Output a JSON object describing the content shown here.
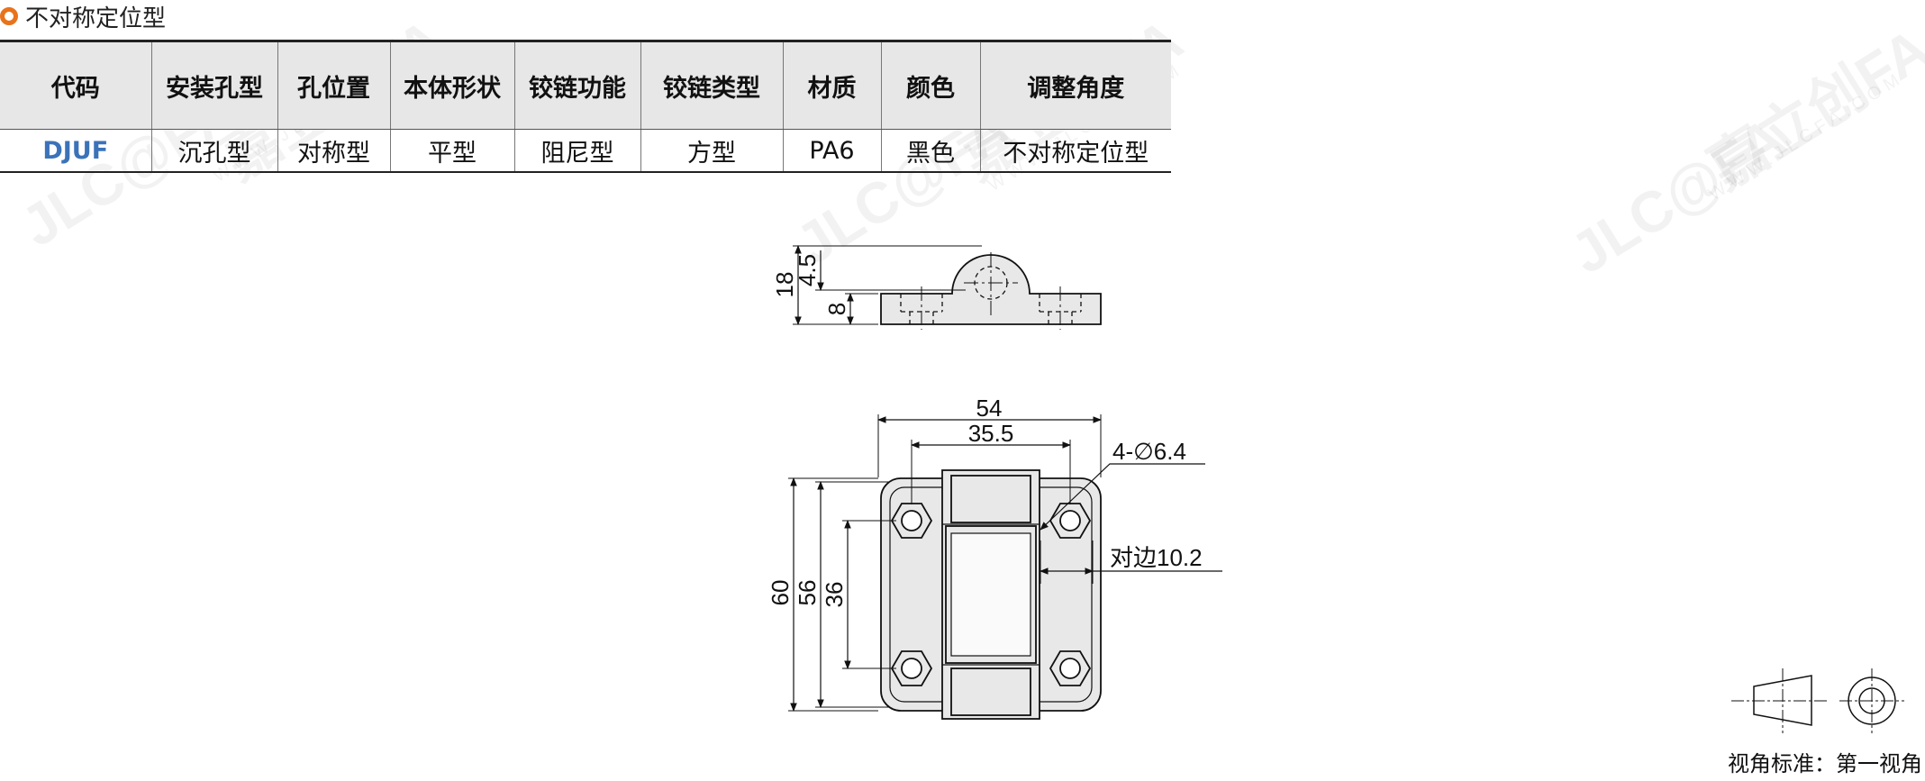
{
  "title": "不对称定位型",
  "table": {
    "headers": [
      "代码",
      "安装孔型",
      "孔位置",
      "本体形状",
      "铰链功能",
      "铰链类型",
      "材质",
      "颜色",
      "调整角度"
    ],
    "row": [
      "DJUF",
      "沉孔型",
      "对称型",
      "平型",
      "阻尼型",
      "方型",
      "PA6",
      "黑色",
      "不对称定位型"
    ]
  },
  "side_view": {
    "dim_total_height": "18",
    "dim_axis_height": "4.5",
    "dim_base_height": "8"
  },
  "top_view": {
    "dim_width": "54",
    "dim_inner_width": "35.5",
    "dim_holes": "4-∅6.4",
    "dim_hex": "对边10.2",
    "dim_height": "60",
    "dim_height2": "56",
    "dim_hole_spacing": "36"
  },
  "projection_label": "视角标准：第一视角",
  "watermarks": [
    "JLC@FA",
    "嘉立创FA",
    "WWW.JLCFA.COM"
  ],
  "colors": {
    "accent": "#e8731b",
    "code": "#3b73b9",
    "header_bg": "#e7e7e7",
    "part_fill": "#e8e8e8"
  }
}
